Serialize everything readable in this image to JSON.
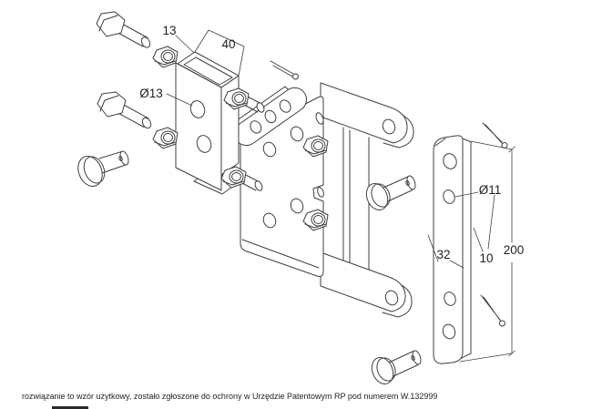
{
  "caption": "rozwiązanie to wzór użytkowy, zostało zgłoszone do ochrony w Urzędzie Patentowym RP pod numerem W.132999",
  "labels": {
    "tube_wall": "13",
    "tube_width": "40",
    "plate_hole_dia": "Ø13",
    "bar_hole_dia": "Ø11",
    "bar_width": "32",
    "bar_thickness": "10",
    "bar_length": "200"
  },
  "colors": {
    "line": "#3f3f3f",
    "text": "#1f1f1f",
    "background": "#ffffff"
  }
}
